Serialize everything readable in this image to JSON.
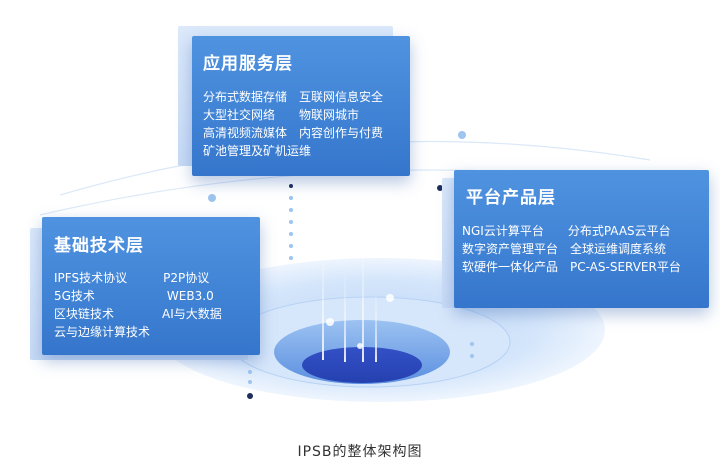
{
  "colors": {
    "card": "#4288dc",
    "card_back": "#d6e5fa",
    "ring_dark": "#2c4fc0",
    "ring_light": "#cfe2fb",
    "dot_dark": "#1f2d5a",
    "dot_light": "#9ec4f0",
    "caption": "#333333"
  },
  "layers": {
    "service": {
      "title": "应用服务层",
      "lines": [
        "分布式数据存储　互联网信息安全",
        "大型社交网络　　物联网城市",
        "高清视频流媒体　内容创作与付费",
        "矿池管理及矿机运维"
      ]
    },
    "platform": {
      "title": "平台产品层",
      "lines": [
        "NGI云计算平台　　分布式PAAS云平台",
        "数字资产管理平台　全球运维调度系统",
        "软硬件一体化产品　PC-AS-SERVER平台"
      ]
    },
    "base": {
      "title": "基础技术层",
      "lines": [
        "IPFS技术协议　　　P2P协议",
        "5G技术　　　　　　WEB3.0",
        "区块链技术　　　　AI与大数据",
        "云与边缘计算技术"
      ]
    }
  },
  "caption": "IPSB的整体架构图"
}
